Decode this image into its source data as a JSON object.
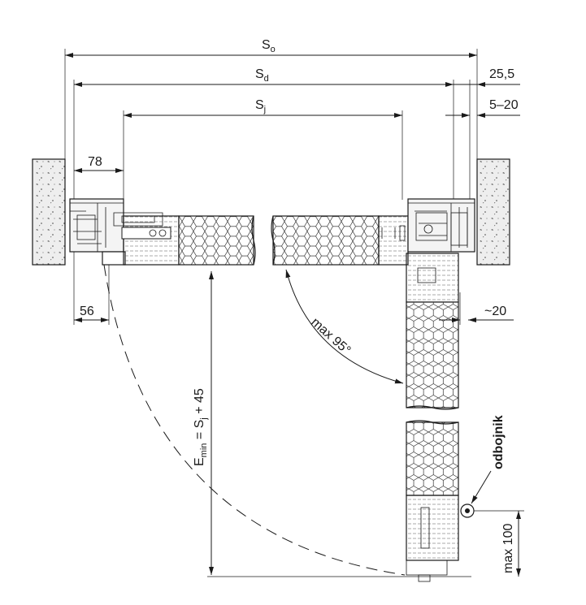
{
  "dimensions": {
    "so_main": "S",
    "so_sub": "o",
    "sd_main": "S",
    "sd_sub": "d",
    "sj_main": "S",
    "sj_sub": "j",
    "d_25_5": "25,5",
    "d_5_20": "5–20",
    "d_78": "78",
    "d_56": "56",
    "d_20": "~20",
    "angle": "max 95°",
    "emin_main": "E",
    "emin_sub": "min",
    "emin_eq": " = S",
    "emin_sub2": "j",
    "emin_tail": " + 45",
    "max100": "max 100"
  },
  "labels": {
    "bumper": "odbojnik"
  }
}
